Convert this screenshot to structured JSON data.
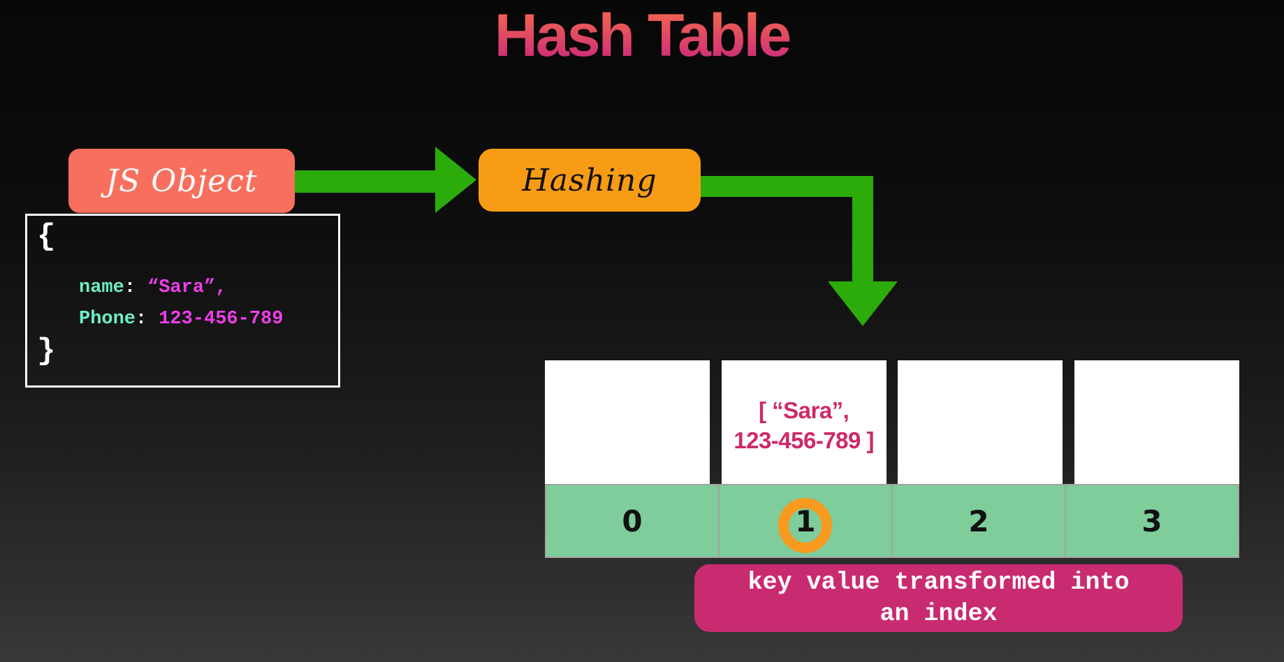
{
  "title": "Hash Table",
  "js_object": {
    "label": "JS Object",
    "code": {
      "open_brace": "{",
      "close_brace": "}",
      "lines": [
        {
          "key": "name",
          "colon": ":",
          "value": "“Sara”,"
        },
        {
          "key": "Phone",
          "colon": ":",
          "value": "123-456-789"
        }
      ]
    }
  },
  "hashing": {
    "label": "Hashing"
  },
  "hash_table": {
    "buckets": [
      {
        "index": "0",
        "value_line1": "",
        "value_line2": "",
        "highlighted": false
      },
      {
        "index": "1",
        "value_line1": "[ “Sara”,",
        "value_line2": "123-456-789 ]",
        "highlighted": true
      },
      {
        "index": "2",
        "value_line1": "",
        "value_line2": "",
        "highlighted": false
      },
      {
        "index": "3",
        "value_line1": "",
        "value_line2": "",
        "highlighted": false
      }
    ]
  },
  "caption": {
    "line1": "key value transformed into",
    "line2": "an index"
  },
  "colors": {
    "title_gradient_top": "#F4664F",
    "title_gradient_bottom": "#C9277E",
    "js_object_box": "#F96F5D",
    "hashing_box": "#F89C15",
    "arrow_green": "#2BAC0A",
    "bucket_green": "#7ECD9A",
    "highlight_ring_orange": "#F79A1F",
    "caption_pink": "#C92B70",
    "code_key_mint": "#6FEDC6",
    "code_value_magenta": "#EF3EEA",
    "bucket_value_pink": "#CE2969"
  }
}
